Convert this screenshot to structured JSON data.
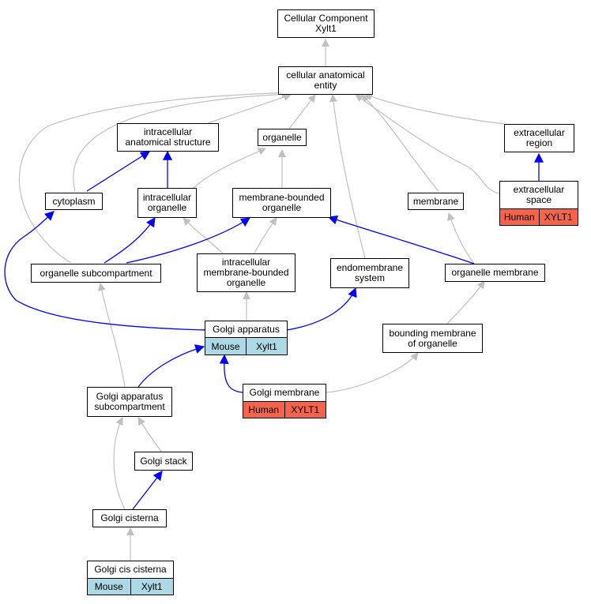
{
  "colors": {
    "ontology_edge": "#c0c0c0",
    "annotation_edge": "#0000ff",
    "mouse": "#add8e6",
    "human": "#f4644a"
  },
  "nodes": {
    "root": [
      "Cellular Component",
      "Xylt1"
    ],
    "cae": [
      "cellular anatomical",
      "entity"
    ],
    "ias": [
      "intracellular",
      "anatomical structure"
    ],
    "organelle": [
      "organelle"
    ],
    "ecr": [
      "extracellular",
      "region"
    ],
    "cytoplasm": [
      "cytoplasm"
    ],
    "io": [
      "intracellular",
      "organelle"
    ],
    "mbo": [
      "membrane-bounded",
      "organelle"
    ],
    "membrane": [
      "membrane"
    ],
    "ecs": [
      "extracellular",
      "space"
    ],
    "osc": [
      "organelle subcompartment"
    ],
    "imbo": [
      "intracellular",
      "membrane-bounded",
      "organelle"
    ],
    "endo": [
      "endomembrane",
      "system"
    ],
    "om": [
      "organelle membrane"
    ],
    "ga": [
      "Golgi apparatus"
    ],
    "bmo": [
      "bounding membrane",
      "of organelle"
    ],
    "gas": [
      "Golgi apparatus",
      "subcompartment"
    ],
    "gm": [
      "Golgi membrane"
    ],
    "gs": [
      "Golgi stack"
    ],
    "gc": [
      "Golgi cisterna"
    ],
    "gcc": [
      "Golgi cis cisterna"
    ]
  },
  "annotations": {
    "ecs": [
      "Human",
      "XYLT1"
    ],
    "ga": [
      "Mouse",
      "Xylt1"
    ],
    "gm": [
      "Human",
      "XYLT1"
    ],
    "gcc": [
      "Mouse",
      "Xylt1"
    ]
  }
}
